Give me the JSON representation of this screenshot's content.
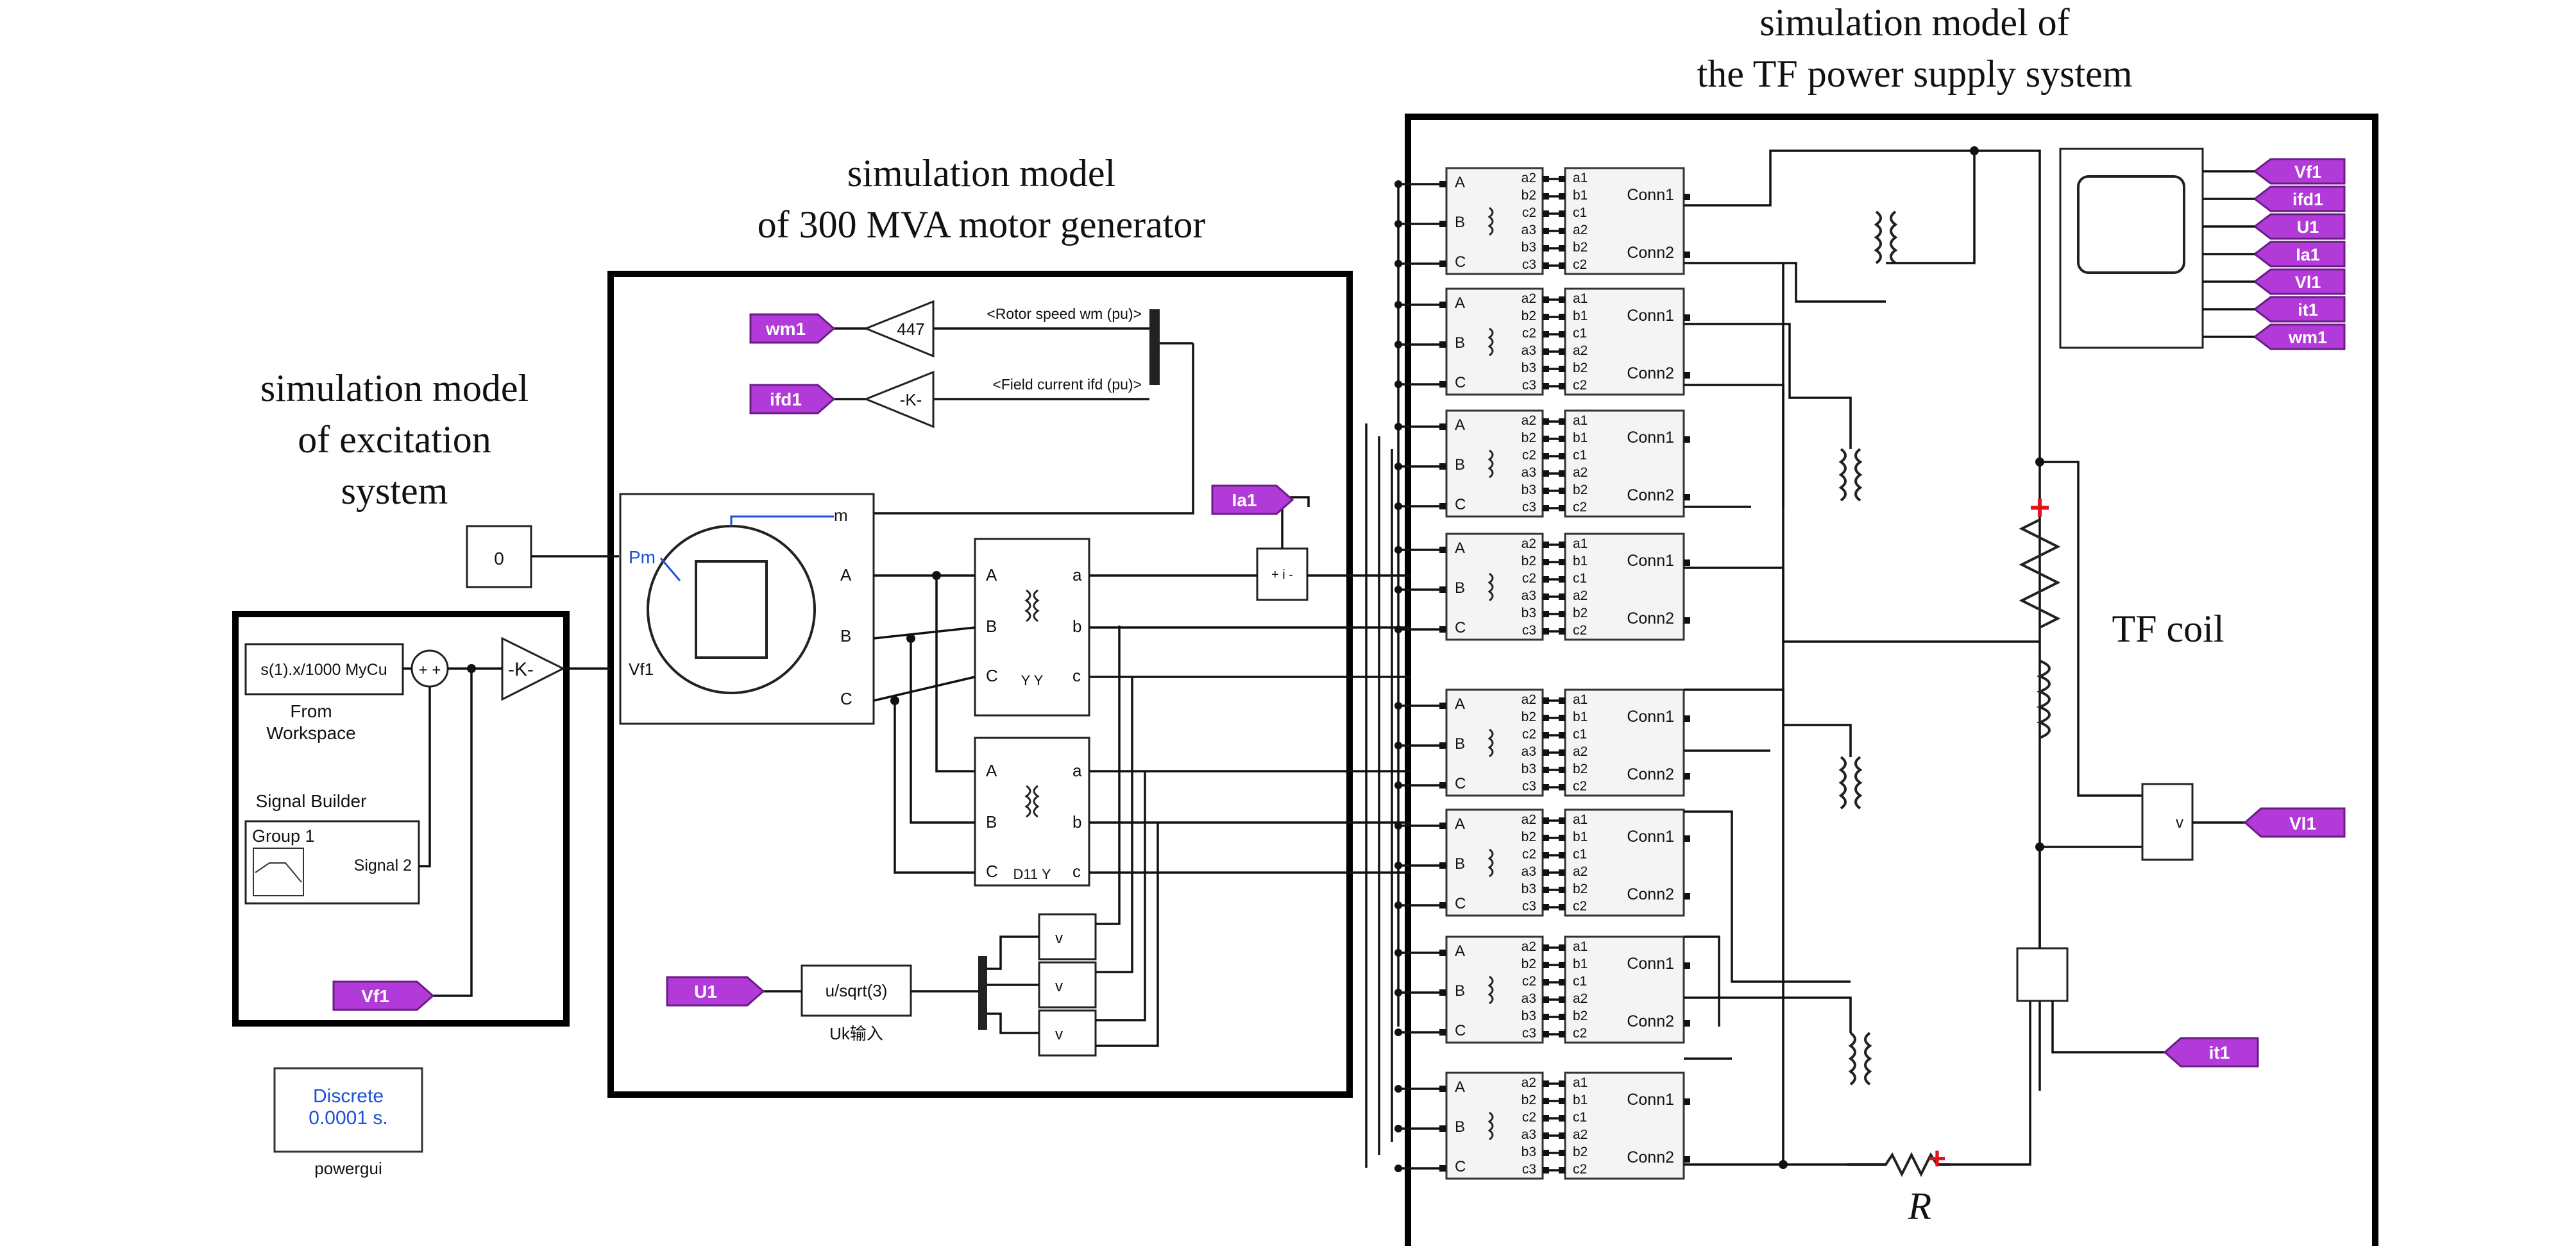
{
  "titles": {
    "excitation": [
      "simulation model",
      "of excitation",
      "system"
    ],
    "generator": [
      "simulation model",
      "of 300 MVA motor generator"
    ],
    "power_supply": [
      "simulation model of",
      "the TF power supply system"
    ],
    "tf_coil": "TF coil",
    "resistor": "R"
  },
  "excitation": {
    "from_workspace_expr": "s(1).x/1000 MyCu",
    "from_workspace_label": [
      "From",
      "Workspace"
    ],
    "signal_builder_label": "Signal  Builder",
    "group": "Group 1",
    "signal": "Signal 2",
    "gain": "-K-",
    "sum_signs": "+ +",
    "goto_vf1": "Vf1"
  },
  "generator": {
    "constant": "0",
    "pm_port": "Pm",
    "vf_port": "Vf1",
    "m_port": "m",
    "phases": [
      "A",
      "B",
      "C"
    ],
    "out_phases": [
      "a",
      "b",
      "c"
    ],
    "rotor_speed_label": "<Rotor speed  wm  (pu)>",
    "field_current_label": "<Field current  ifd (pu)>",
    "gain_speed": "447",
    "gain_field": "-K-",
    "tag_wm1": "wm1",
    "tag_ifd1": "ifd1",
    "tag_ia1": "Ia1",
    "tag_u1": "U1",
    "fcn": "u/sqrt(3)",
    "fcn_caption": "Uk输入",
    "trafo_top": "Y     Y",
    "trafo_bottom": "D11     Y",
    "volt_sign": "v",
    "current_signs": "+ i -"
  },
  "power_supply": {
    "bridge_ports_in": [
      "A",
      "B",
      "C"
    ],
    "bridge_ports_out": [
      "a2",
      "b2",
      "c2",
      "a3",
      "b3",
      "c3"
    ],
    "conv_ports": [
      "a1",
      "b1",
      "c1",
      "a2",
      "b2",
      "c2"
    ],
    "conn1": "Conn1",
    "conn2": "Conn2",
    "scope_tags": [
      "Vf1",
      "ifd1",
      "U1",
      "Ia1",
      "Vl1",
      "it1",
      "wm1"
    ],
    "tag_vl1": "Vl1",
    "tag_it1": "it1",
    "volt_sign": "v"
  },
  "powergui": {
    "mode": "Discrete",
    "step": "0.0001 s.",
    "label": "powergui"
  },
  "colors": {
    "tag_fill": "#b23ad8",
    "powergui_text": "#1d4fd8",
    "pm_port": "#1d4fd8",
    "resistor_plus": "#e0141a"
  }
}
